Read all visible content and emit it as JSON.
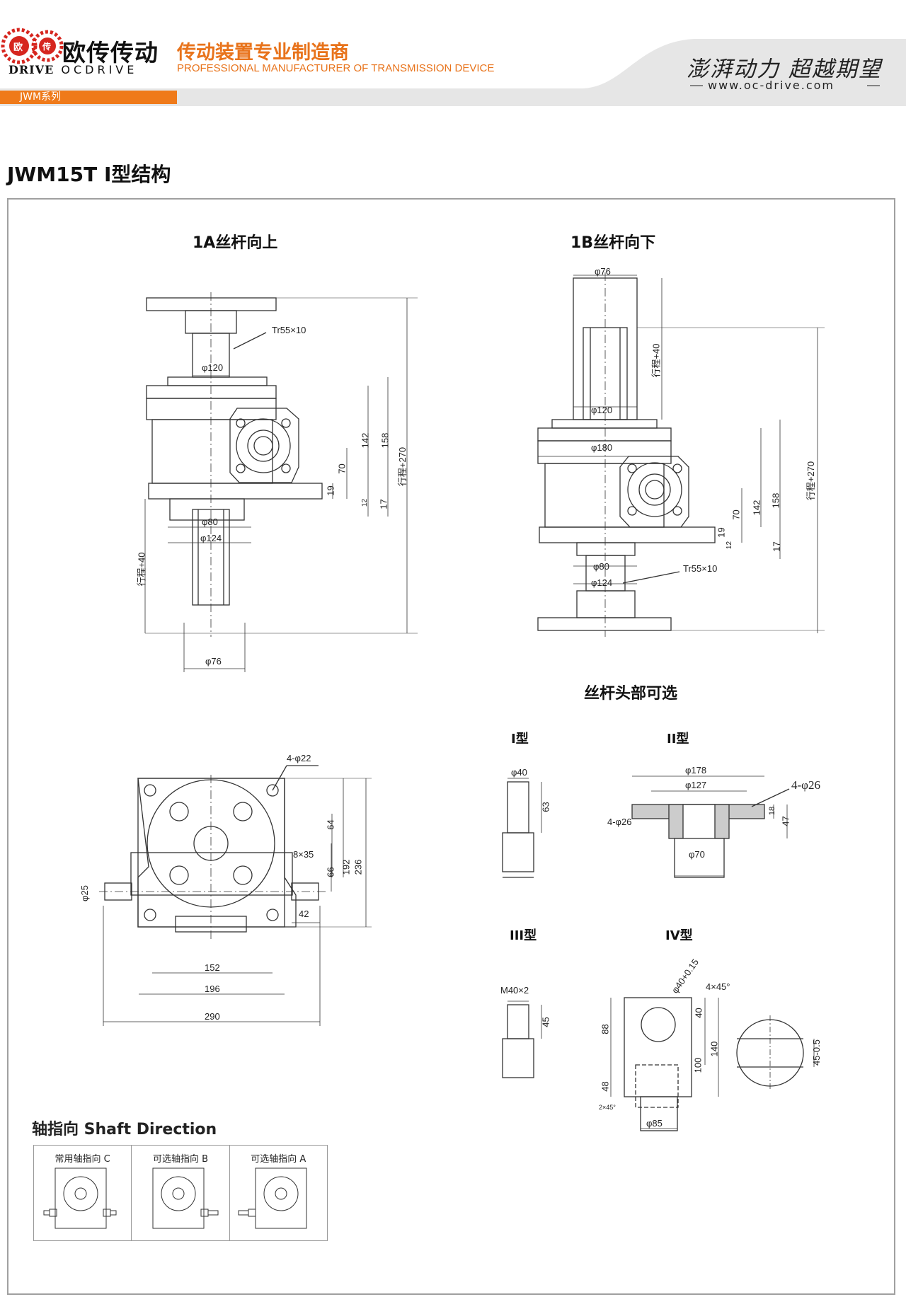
{
  "header": {
    "logo_circle_a": "欧",
    "logo_circle_b": "传",
    "logo_cn": "欧传传动",
    "logo_en_drive": "DRIVE",
    "logo_en_oc": "OCDRIVE",
    "tagline_cn": "传动装置专业制造商",
    "tagline_en": "PROFESSIONAL MANUFACTURER OF TRANSMISSION DEVICE",
    "series": "JWM系列",
    "slogan": "澎湃动力 超越期望",
    "website": "www.oc-drive.com"
  },
  "page_title": "JWM15T I型结构",
  "views": {
    "up_title": "1A丝杆向上",
    "down_title": "1B丝杆向下",
    "head_title": "丝杆头部可选",
    "type1": "I型",
    "type2": "II型",
    "type3": "III型",
    "type4": "IV型"
  },
  "dims": {
    "tr": "Tr55×10",
    "d120": "φ120",
    "d180": "φ180",
    "d80": "φ80",
    "d124": "φ124",
    "d76": "φ76",
    "h142": "142",
    "h158": "158",
    "h70": "70",
    "h19": "19",
    "h12": "12",
    "h17": "17",
    "stroke270": "行程+270",
    "stroke40": "行程+40",
    "holes4x22": "4-φ22",
    "key8x35": "8×35",
    "d25": "φ25",
    "w64": "64",
    "w66": "66",
    "w192": "192",
    "w236": "236",
    "w42": "42",
    "w152": "152",
    "w196": "196",
    "w290": "290",
    "t1_d40": "φ40",
    "t1_63": "63",
    "t2_d178": "φ178",
    "t2_d127": "φ127",
    "t2_holes": "4-φ26",
    "t2_holes_b": "4-φ26",
    "t2_18": "18",
    "t2_47": "47",
    "t2_d70": "φ70",
    "t3_m": "M40×2",
    "t3_45": "45",
    "t4_d40": "φ40+0.15",
    "t4_cham": "4×45°",
    "t4_88": "88",
    "t4_48": "48",
    "t4_40": "40",
    "t4_100": "100",
    "t4_140": "140",
    "t4_45": "45-0.5",
    "t4_2x45": "2×45°",
    "t4_d85": "φ85"
  },
  "shaft": {
    "title": "轴指向 Shaft Direction",
    "c": "常用轴指向 C",
    "b": "可选轴指向 B",
    "a": "可选轴指向 A"
  }
}
